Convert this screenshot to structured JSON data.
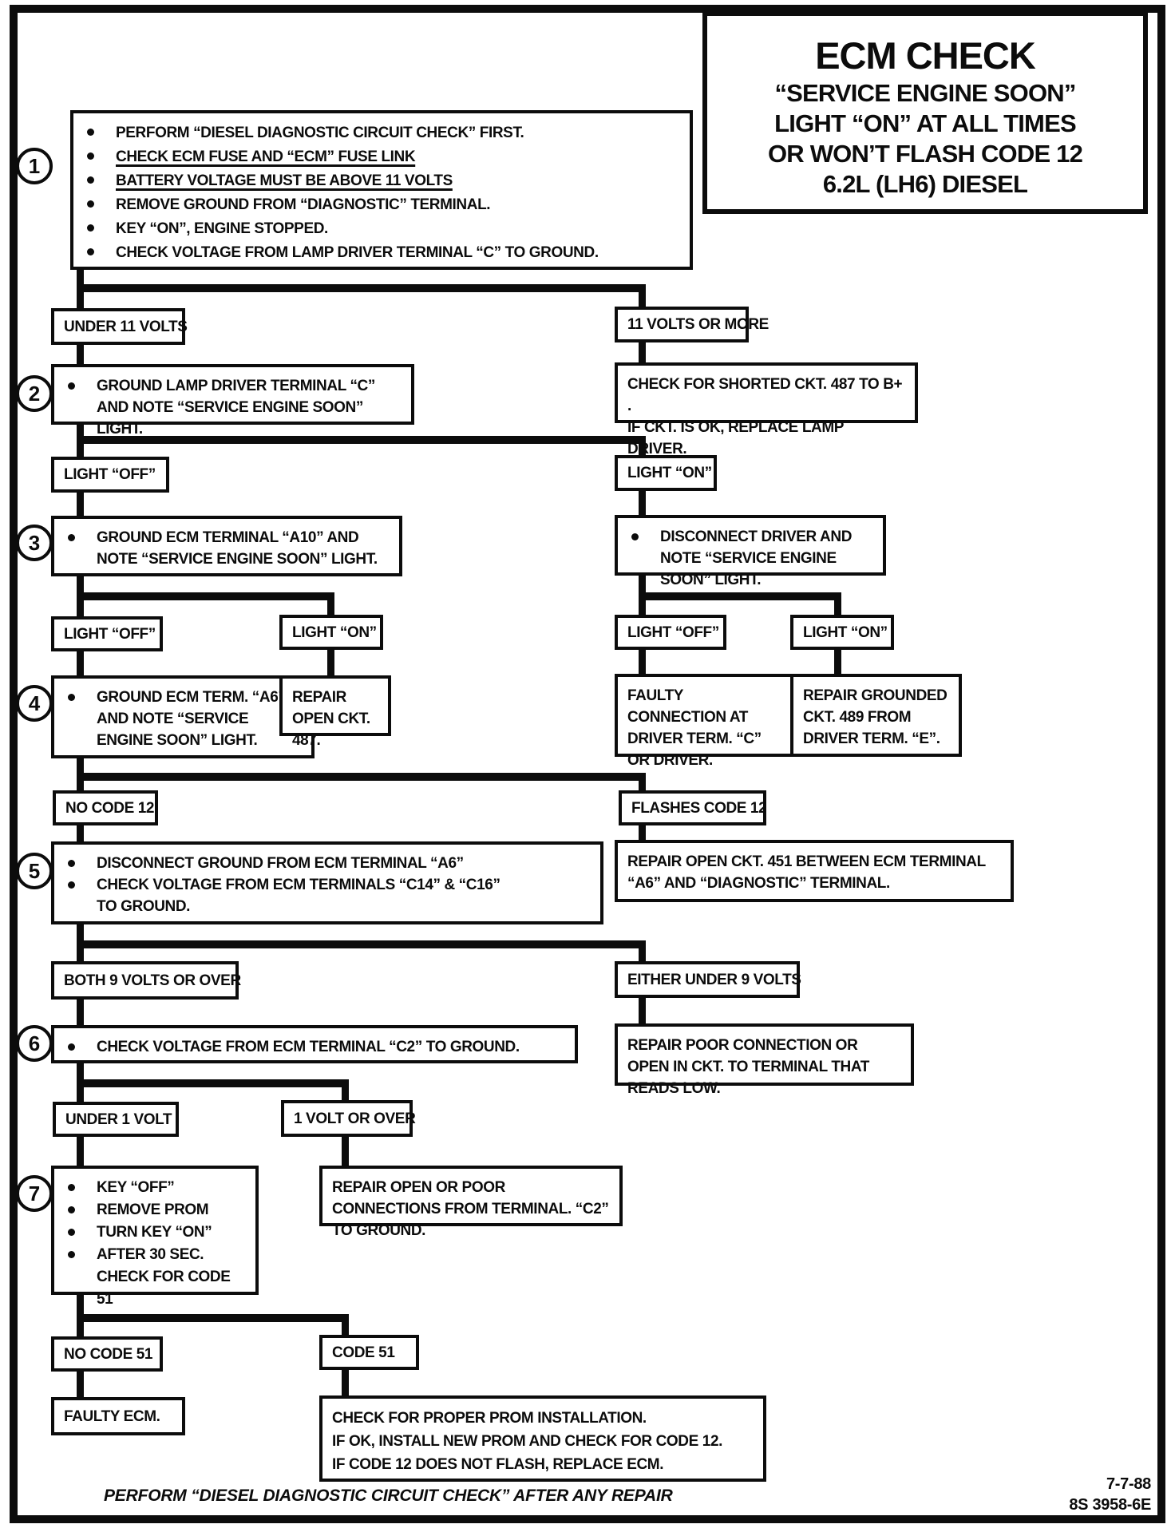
{
  "page": {
    "footer_note": "PERFORM “DIESEL DIAGNOSTIC CIRCUIT CHECK” AFTER ANY REPAIR",
    "revision_date": "7-7-88",
    "document_code": "8S 3958-6E"
  },
  "title_block": {
    "heading": "ECM CHECK",
    "subtitle_line1": "“SERVICE ENGINE SOON”",
    "subtitle_line2": "LIGHT “ON” AT ALL TIMES",
    "subtitle_line3": "OR WON’T FLASH CODE 12",
    "subtitle_line4": "6.2L (LH6) DIESEL"
  },
  "steps": {
    "s1": {
      "number": "1",
      "bullets": [
        "PERFORM “DIESEL DIAGNOSTIC CIRCUIT CHECK” FIRST.",
        "CHECK ECM FUSE AND “ECM” FUSE LINK",
        "BATTERY VOLTAGE MUST BE ABOVE 11 VOLTS",
        "REMOVE GROUND FROM “DIAGNOSTIC” TERMINAL.",
        "KEY “ON”, ENGINE STOPPED.",
        "CHECK VOLTAGE FROM LAMP DRIVER TERMINAL “C” TO GROUND."
      ]
    },
    "s2": {
      "number": "2",
      "text": "GROUND LAMP DRIVER TERMINAL “C” AND NOTE “SERVICE ENGINE SOON” LIGHT."
    },
    "s3": {
      "number": "3",
      "text": "GROUND ECM TERMINAL “A10” AND NOTE “SERVICE ENGINE SOON” LIGHT."
    },
    "s4": {
      "number": "4",
      "text": "GROUND  ECM TERM. “A6” AND NOTE “SERVICE ENGINE SOON” LIGHT."
    },
    "s5": {
      "number": "5",
      "bullets": [
        "DISCONNECT GROUND FROM ECM TERMINAL “A6”",
        "CHECK VOLTAGE FROM ECM TERMINALS “C14” & “C16”"
      ],
      "continuation": "TO GROUND."
    },
    "s6": {
      "number": "6",
      "text": "CHECK VOLTAGE FROM ECM TERMINAL “C2” TO GROUND."
    },
    "s7": {
      "number": "7",
      "bullets": [
        "KEY “OFF”",
        "REMOVE PROM",
        "TURN KEY “ON”",
        "AFTER 30 SEC."
      ],
      "continuation": "CHECK FOR CODE 51"
    }
  },
  "decisions": {
    "under_11_volts": "UNDER 11 VOLTS",
    "volts_11_or_more": "11 VOLTS OR MORE",
    "light_off_a": "LIGHT “OFF”",
    "light_on_a": "LIGHT “ON”",
    "light_off_b": "LIGHT “OFF”",
    "light_on_b": "LIGHT “ON”",
    "light_off_c": "LIGHT “OFF”",
    "light_on_c": "LIGHT “ON”",
    "no_code_12": "NO CODE 12",
    "flashes_code_12": "FLASHES CODE 12",
    "both_9_volts_or_over": "BOTH 9 VOLTS OR OVER",
    "either_under_9_volts": "EITHER UNDER 9 VOLTS",
    "under_1_volt": "UNDER 1 VOLT",
    "volt_1_or_over": "1 VOLT OR OVER",
    "no_code_51": "NO CODE 51",
    "code_51": "CODE 51"
  },
  "results": {
    "shorted_487": {
      "line1": "CHECK  FOR SHORTED CKT. 487 TO B+ .",
      "line2": "IF CKT. IS OK, REPLACE LAMP DRIVER."
    },
    "disconnect_driver": "DISCONNECT DRIVER AND NOTE “SERVICE ENGINE SOON” LIGHT.",
    "repair_open_487": "REPAIR OPEN CKT. 487.",
    "faulty_connection": "FAULTY CONNECTION AT DRIVER TERM. “C” OR DRIVER.",
    "repair_grounded_489": "REPAIR GROUNDED CKT. 489 FROM DRIVER TERM.  “E”.",
    "repair_open_451": "REPAIR OPEN CKT. 451 BETWEEN ECM TERMINAL “A6” AND “DIAGNOSTIC” TERMINAL.",
    "repair_poor_connection": "REPAIR POOR CONNECTION OR OPEN IN CKT. TO TERMINAL THAT READS LOW.",
    "repair_open_c2": "REPAIR OPEN OR POOR CONNECTIONS FROM TERMINAL. “C2” TO GROUND.",
    "faulty_ecm": "FAULTY ECM.",
    "check_prom": {
      "line1": "CHECK FOR PROPER PROM INSTALLATION.",
      "line2": "IF OK, INSTALL NEW PROM AND CHECK FOR CODE 12.",
      "line3": "IF CODE 12 DOES NOT FLASH, REPLACE ECM."
    }
  }
}
